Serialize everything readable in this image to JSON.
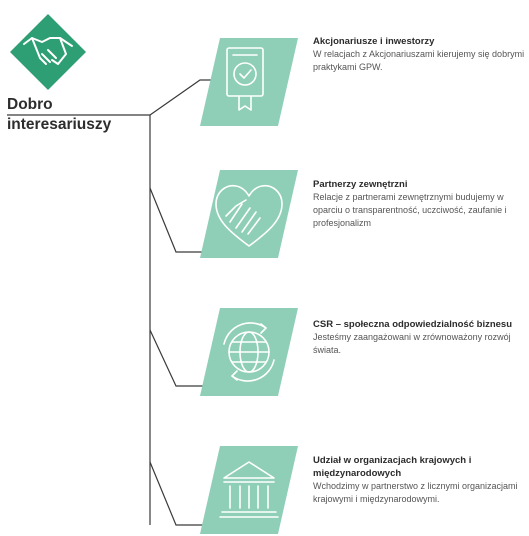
{
  "root": {
    "icon": "handshake-icon",
    "title_line1": "Dobro",
    "title_line2": "interesariuszy",
    "color": "#2e9e74"
  },
  "items": [
    {
      "icon": "certificate-icon",
      "title": "Akcjonariusze i inwestorzy",
      "desc": "W relacjach z Akcjonariuszami kierujemy się dobrymi praktykami GPW."
    },
    {
      "icon": "hands-heart-icon",
      "title": "Partnerzy zewnętrzni",
      "desc": "Relacje z partnerami zewnętrznymi budujemy w oparciu o transparentność, uczciwość, zaufanie i profesjonalizm"
    },
    {
      "icon": "globe-icon",
      "title": "CSR – społeczna odpowiedzialność biznesu",
      "desc": "Jesteśmy zaangażowani w zrównoważony rozwój świata."
    },
    {
      "icon": "institution-icon",
      "title": "Udział w organizacjach krajowych i międzynarodowych",
      "desc": "Wchodzimy w partnerstwo z licznymi organizacjami krajowymi i międzynarodowymi."
    }
  ],
  "colors": {
    "badge": "#8fcfb7",
    "line": "#3a3a3a"
  }
}
